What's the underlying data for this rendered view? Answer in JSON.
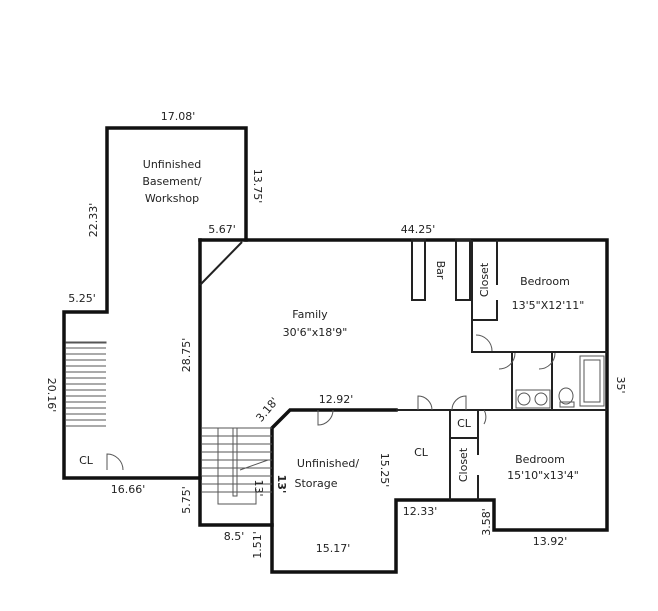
{
  "rooms": {
    "workshop": [
      "Unfinished",
      "Basement/",
      "Workshop"
    ],
    "family": {
      "name": "Family",
      "size": "30'6\"x18'9\""
    },
    "bar": "Bar",
    "closet_top": "Closet",
    "bedroom1": {
      "name": "Bedroom",
      "size": "13'5\"X12'11\""
    },
    "cl_left": "CL",
    "cl_small": "CL",
    "cl_mid": "CL",
    "closet_mid": "Closet",
    "storage": [
      "Unfinished/",
      "Storage"
    ],
    "bedroom2": {
      "name": "Bedroom",
      "size": "15'10\"x13'4\""
    }
  },
  "dimensions": {
    "d1708": "17.08'",
    "d1375": "13.75'",
    "d2233": "22.33'",
    "d525": "5.25'",
    "d2016": "20.16'",
    "d1666": "16.66'",
    "d567": "5.67'",
    "d4425": "44.25'",
    "d2875": "28.75'",
    "d318": "3.18'",
    "d1292": "12.92'",
    "d35": "35'",
    "d13": "13'",
    "d13b": "13'",
    "d1525": "15.25'",
    "d575": "5.75'",
    "d1233": "12.33'",
    "d358": "3.58'",
    "d85": "8.5'",
    "d151": "1.51'",
    "d1392": "13.92'",
    "d1517": "15.17'"
  }
}
